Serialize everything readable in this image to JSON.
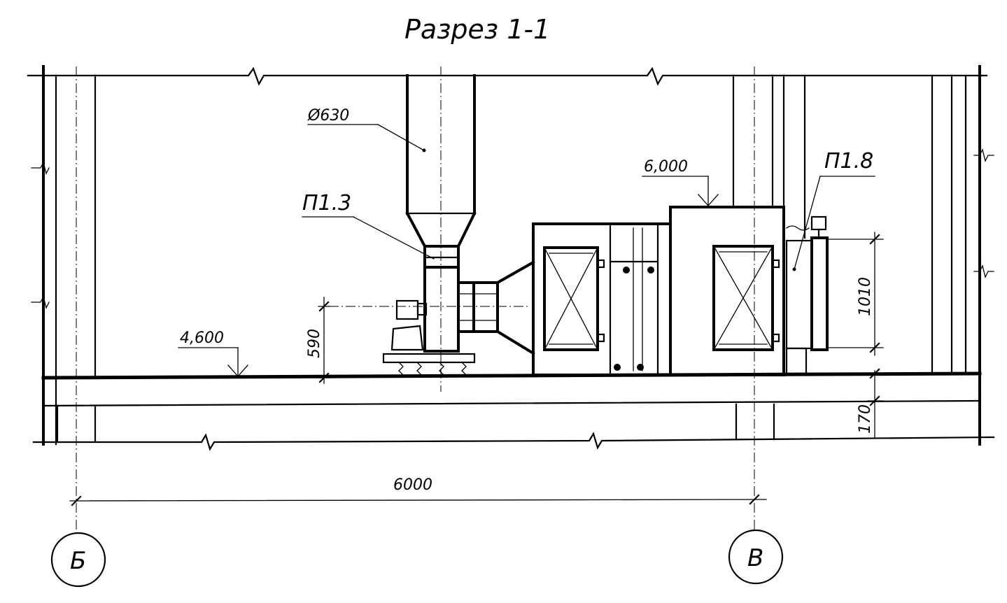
{
  "title": "Разрез 1-1",
  "labels": {
    "pipe_diameter": "Ø630",
    "unit_p13": "П1.3",
    "unit_p18": "П1.8",
    "level_floor": "4,600",
    "level_top": "6,000"
  },
  "dimensions": {
    "fan_height": "590",
    "unit_height": "1010",
    "slab_thickness": "170",
    "axis_spacing": "6000"
  },
  "axes": {
    "left": "Б",
    "right": "В"
  },
  "colors": {
    "ink": "#000000",
    "paper": "#ffffff"
  }
}
